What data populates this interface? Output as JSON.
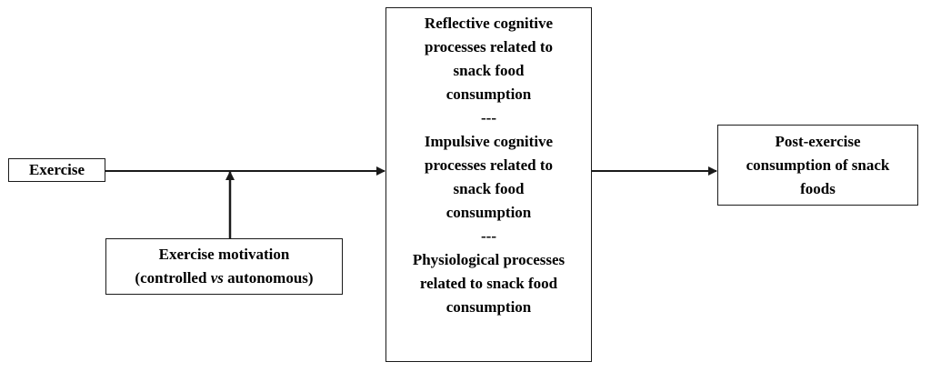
{
  "nodes": {
    "exercise": {
      "label": "Exercise"
    },
    "motivation": {
      "line1": "Exercise motivation",
      "line2_prefix": "(controlled ",
      "line2_italic": "vs",
      "line2_suffix": " autonomous)"
    },
    "processes": {
      "lines": [
        "Reflective cognitive",
        "processes related to",
        "snack food",
        "consumption",
        "---",
        "Impulsive cognitive",
        "processes related to",
        "snack food",
        "consumption",
        "---",
        "Physiological processes",
        "related to snack food",
        "consumption"
      ]
    },
    "outcome": {
      "lines": [
        "Post-exercise",
        "consumption of snack",
        "foods"
      ]
    }
  },
  "colors": {
    "stroke": "#1a1a1a",
    "background": "#ffffff",
    "text": "#000000"
  }
}
